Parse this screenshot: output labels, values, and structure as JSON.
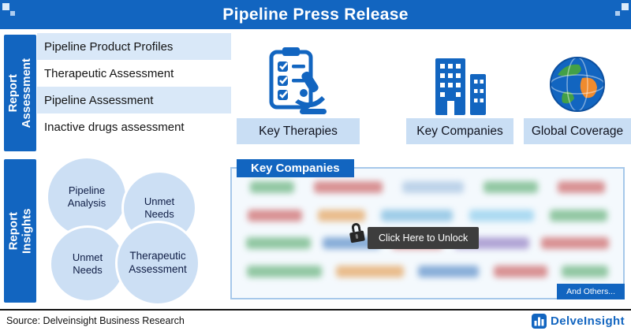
{
  "header": {
    "title": "Pipeline Press Release"
  },
  "report_assessment": {
    "tab_label": "Report Assessment",
    "items": [
      "Pipeline Product Profiles",
      "Therapeutic Assessment",
      "Pipeline Assessment",
      "Inactive drugs assessment"
    ]
  },
  "feature_cards": [
    {
      "label": "Key Therapies",
      "icon": "checklist-microscope-icon"
    },
    {
      "label": "Key Companies",
      "icon": "buildings-icon"
    },
    {
      "label": "Global Coverage",
      "icon": "globe-icon"
    }
  ],
  "report_insights": {
    "tab_label": "Report Insights",
    "circles": [
      "Pipeline Analysis",
      "Unmet Needs",
      "Unmet Needs",
      "Therapeutic Assessment"
    ]
  },
  "key_companies_panel": {
    "title": "Key Companies",
    "unlock_label": "Click Here to Unlock",
    "and_others_label": "And Others...",
    "blob_rows": [
      [
        "#3f9e57",
        "#c23b3b",
        "#8fb3d9",
        "#3f9e57",
        "#c23b3b"
      ],
      [
        "#c23b3b",
        "#e08a2e",
        "#57a7d6",
        "#6fc0e8",
        "#3f9e57"
      ],
      [
        "#3f9e57",
        "#2f6fba",
        "#c23b3b",
        "#7a5fb5",
        "#c23b3b"
      ],
      [
        "#3f9e57",
        "#e08a2e",
        "#2f6fba",
        "#c23b3b",
        "#3f9e57"
      ]
    ]
  },
  "footer": {
    "source": "Source: Delveinsight Business Research",
    "brand": "DelveInsight"
  },
  "colors": {
    "primary_blue": "#1265c0",
    "light_blue": "#c9def4",
    "venn_blue": "#ccdff4"
  }
}
